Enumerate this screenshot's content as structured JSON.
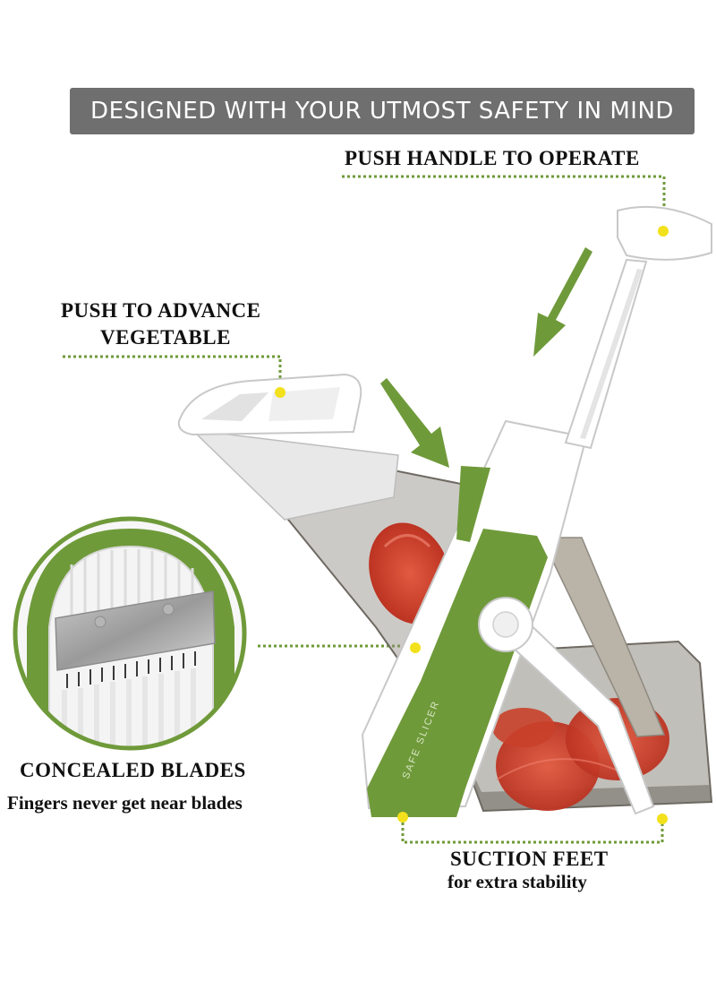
{
  "banner": {
    "title": "DESIGNED WITH YOUR UTMOST SAFETY IN MIND"
  },
  "callouts": {
    "push_handle": "PUSH HANDLE TO OPERATE",
    "push_advance_line1": "PUSH TO ADVANCE",
    "push_advance_line2": "VEGETABLE",
    "concealed_blades": "CONCEALED BLADES",
    "concealed_blades_sub": "Fingers never get near blades",
    "suction_feet": "SUCTION FEET",
    "suction_feet_sub": "for extra stability"
  },
  "colors": {
    "banner_bg": "#6f6f6f",
    "accent_green": "#6f9a3a",
    "marker_yellow": "#f2e11c",
    "tomato_red": "#d4442e"
  },
  "product_text": {
    "side_label": "SAFE SLICER"
  }
}
